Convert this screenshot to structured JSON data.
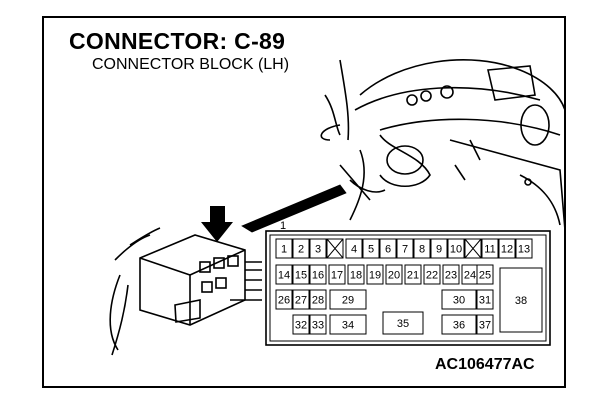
{
  "diagram": {
    "title": "CONNECTOR: C-89",
    "subtitle": "CONNECTOR BLOCK (LH)",
    "figure_code": "AC106477AC",
    "connector_block": {
      "corner_mark": "1",
      "pins": [
        {
          "label": "1"
        },
        {
          "label": "2"
        },
        {
          "label": "3"
        },
        {
          "label": "X"
        },
        {
          "label": "4"
        },
        {
          "label": "5"
        },
        {
          "label": "6"
        },
        {
          "label": "7"
        },
        {
          "label": "8"
        },
        {
          "label": "9"
        },
        {
          "label": "10"
        },
        {
          "label": "X"
        },
        {
          "label": "11"
        },
        {
          "label": "12"
        },
        {
          "label": "13"
        },
        {
          "label": "14"
        },
        {
          "label": "15"
        },
        {
          "label": "16"
        },
        {
          "label": "17"
        },
        {
          "label": "18"
        },
        {
          "label": "19"
        },
        {
          "label": "20"
        },
        {
          "label": "21"
        },
        {
          "label": "22"
        },
        {
          "label": "23"
        },
        {
          "label": "24"
        },
        {
          "label": "25"
        },
        {
          "label": "26"
        },
        {
          "label": "27"
        },
        {
          "label": "28"
        },
        {
          "label": "29"
        },
        {
          "label": "30"
        },
        {
          "label": "31"
        },
        {
          "label": "32"
        },
        {
          "label": "33"
        },
        {
          "label": "34"
        },
        {
          "label": "35"
        },
        {
          "label": "36"
        },
        {
          "label": "37"
        },
        {
          "label": "38"
        }
      ]
    }
  }
}
